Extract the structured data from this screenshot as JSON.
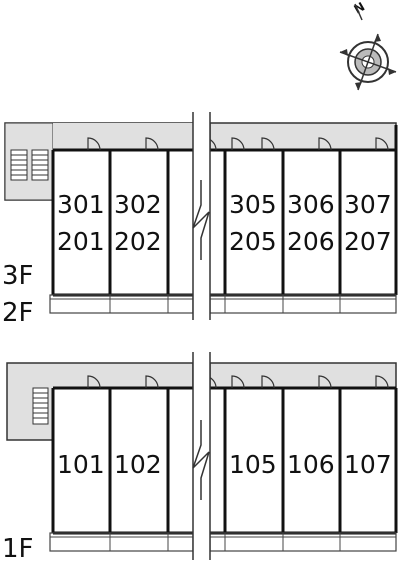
{
  "compass": {
    "north_label": "N",
    "icon": "north-arrow-compass-icon"
  },
  "upper_block": {
    "rooms": [
      {
        "top": "301",
        "bottom": "201"
      },
      {
        "top": "302",
        "bottom": "202"
      },
      {
        "top": "305",
        "bottom": "205"
      },
      {
        "top": "306",
        "bottom": "206"
      },
      {
        "top": "307",
        "bottom": "207"
      }
    ],
    "floor_labels": [
      "3F",
      "2F"
    ]
  },
  "lower_block": {
    "rooms": [
      "101",
      "102",
      "105",
      "106",
      "107"
    ],
    "floor_labels": [
      "1F"
    ]
  },
  "colors": {
    "corridor": "#e0e0e0",
    "wall": "#111111",
    "line": "#444444"
  }
}
